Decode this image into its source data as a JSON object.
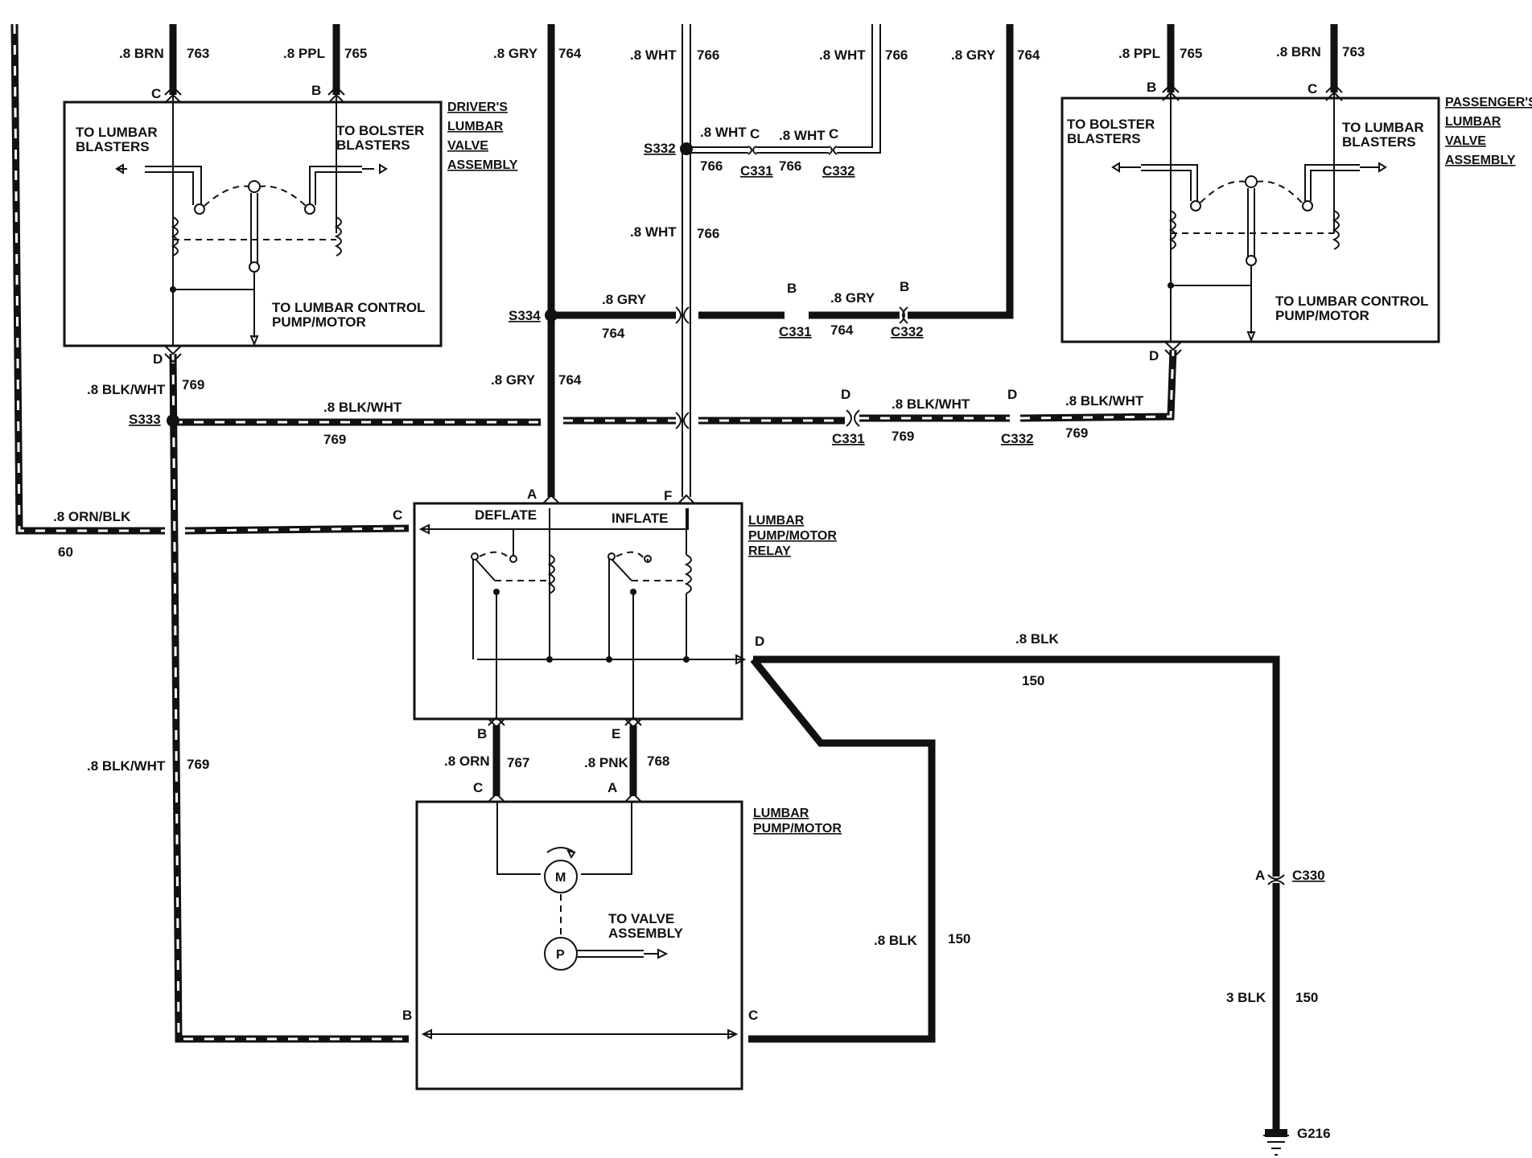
{
  "components": {
    "driver_valve": {
      "title": [
        "DRIVER'S",
        "LUMBAR",
        "VALVE",
        "ASSEMBLY"
      ],
      "left_text": [
        "TO LUMBAR",
        "BLASTERS"
      ],
      "right_text": [
        "TO BOLSTER",
        "BLASTERS"
      ],
      "bottom_text": [
        "TO LUMBAR CONTROL",
        "PUMP/MOTOR"
      ],
      "pins": {
        "c": "C",
        "b": "B",
        "d": "D"
      }
    },
    "passenger_valve": {
      "title": [
        "PASSENGER'S",
        "LUMBAR",
        "VALVE",
        "ASSEMBLY"
      ],
      "left_text": [
        "TO BOLSTER",
        "BLASTERS"
      ],
      "right_text": [
        "TO LUMBAR",
        "BLASTERS"
      ],
      "bottom_text": [
        "TO LUMBAR CONTROL",
        "PUMP/MOTOR"
      ],
      "pins": {
        "b": "B",
        "c": "C",
        "d": "D"
      }
    },
    "relay": {
      "title": [
        "LUMBAR",
        "PUMP/MOTOR",
        "RELAY"
      ],
      "deflate": "DEFLATE",
      "inflate": "INFLATE",
      "pins": {
        "a": "A",
        "f": "F",
        "c": "C",
        "d": "D",
        "b": "B",
        "e": "E"
      }
    },
    "pump_motor": {
      "title": [
        "LUMBAR",
        "PUMP/MOTOR"
      ],
      "motor": "M",
      "pump": "P",
      "valve_text": [
        "TO VALVE",
        "ASSEMBLY"
      ],
      "pins": {
        "c": "C",
        "a": "A",
        "b": "B",
        "c2": "C"
      }
    }
  },
  "wires": {
    "w763_left": {
      "gauge": ".8 BRN",
      "circuit": "763"
    },
    "w765_left": {
      "gauge": ".8 PPL",
      "circuit": "765"
    },
    "w764_top": {
      "gauge": ".8 GRY",
      "circuit": "764"
    },
    "w766_top": {
      "gauge": ".8 WHT",
      "circuit": "766"
    },
    "w766_right": {
      "gauge": ".8 WHT",
      "circuit": "766"
    },
    "w764_right": {
      "gauge": ".8 GRY",
      "circuit": "764"
    },
    "w765_right": {
      "gauge": ".8 PPL",
      "circuit": "765"
    },
    "w763_right": {
      "gauge": ".8 BRN",
      "circuit": "763"
    },
    "w766_s332": {
      "gauge": ".8 WHT",
      "circuit": "766"
    },
    "w766_mid": {
      "gauge": ".8 WHT",
      "circuit": "766"
    },
    "w766_c331": {
      "gauge": ".8 WHT",
      "circuit": "766"
    },
    "w764_s334": {
      "gauge": ".8 GRY",
      "circuit": "764"
    },
    "w764_c331": {
      "gauge": ".8 GRY",
      "circuit": "764"
    },
    "w764_lower": {
      "gauge": ".8 GRY",
      "circuit": "764"
    },
    "w769_d": {
      "gauge": ".8 BLK/WHT",
      "circuit": "769"
    },
    "w769_s333": {
      "gauge": ".8 BLK/WHT",
      "circuit": "769"
    },
    "w769_c331": {
      "gauge": ".8 BLK/WHT",
      "circuit": "769"
    },
    "w769_pass": {
      "gauge": ".8 BLK/WHT",
      "circuit": "769"
    },
    "w769_down": {
      "gauge": ".8 BLK/WHT",
      "circuit": "769"
    },
    "w60": {
      "gauge": ".8 ORN/BLK",
      "circuit": "60"
    },
    "w150_top": {
      "gauge": ".8 BLK",
      "circuit": "150"
    },
    "w150_down": {
      "gauge": ".8 BLK",
      "circuit": "150"
    },
    "w150_ground": {
      "gauge": "3 BLK",
      "circuit": "150"
    },
    "w767": {
      "gauge": ".8 ORN",
      "circuit": "767"
    },
    "w768": {
      "gauge": ".8 PNK",
      "circuit": "768"
    }
  },
  "splices": {
    "s332": "S332",
    "s334": "S334",
    "s333": "S333"
  },
  "connectors": {
    "c331": "C331",
    "c332": "C332",
    "c330": "C330",
    "g216": "G216",
    "pin_c": "C",
    "pin_b": "B",
    "pin_d": "D",
    "pin_a": "A"
  }
}
